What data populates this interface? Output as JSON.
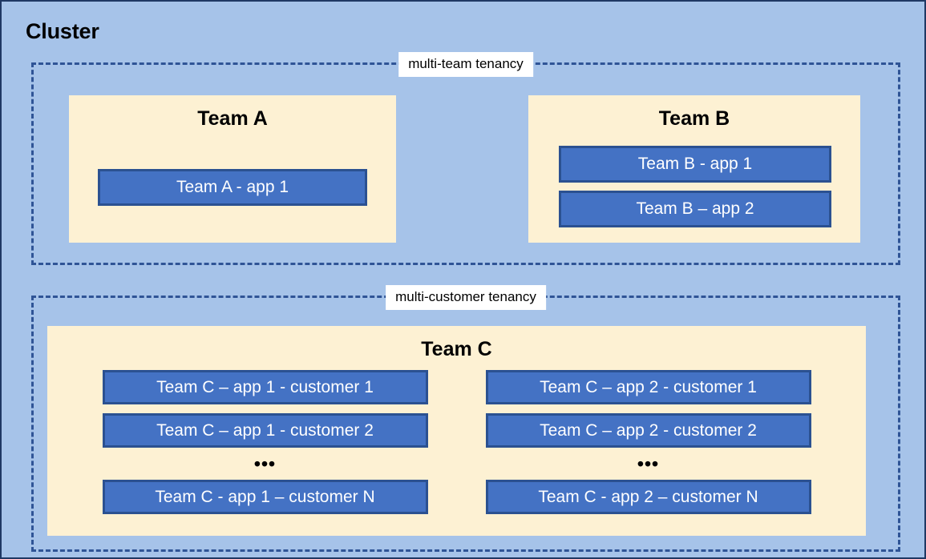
{
  "canvas": {
    "title": "Cluster",
    "background_color": "#a6c3e9",
    "border_color": "#1f3864"
  },
  "colors": {
    "app_fill": "#4472c4",
    "app_border": "#2b5191",
    "panel_fill": "#fdf1d3",
    "dashed_border": "#2f5496",
    "label_background": "#ffffff"
  },
  "groups": [
    {
      "id": "multi-team",
      "label": "multi-team tenancy",
      "teams": [
        {
          "id": "team-a",
          "heading": "Team A",
          "apps": [
            "Team A - app 1"
          ]
        },
        {
          "id": "team-b",
          "heading": "Team B",
          "apps": [
            "Team B - app 1",
            "Team B – app 2"
          ]
        }
      ]
    },
    {
      "id": "multi-customer",
      "label": "multi-customer tenancy",
      "teams": [
        {
          "id": "team-c",
          "heading": "Team C",
          "columns": [
            {
              "id": "team-c-app-1",
              "apps": [
                "Team C – app 1 - customer 1",
                "Team C – app 1 - customer 2"
              ],
              "ellipsis": "•••",
              "last_app": "Team C - app 1 – customer N"
            },
            {
              "id": "team-c-app-2",
              "apps": [
                "Team C – app 2 - customer 1",
                "Team C – app 2 - customer 2"
              ],
              "ellipsis": "•••",
              "last_app": "Team C - app 2 – customer N"
            }
          ]
        }
      ]
    }
  ]
}
